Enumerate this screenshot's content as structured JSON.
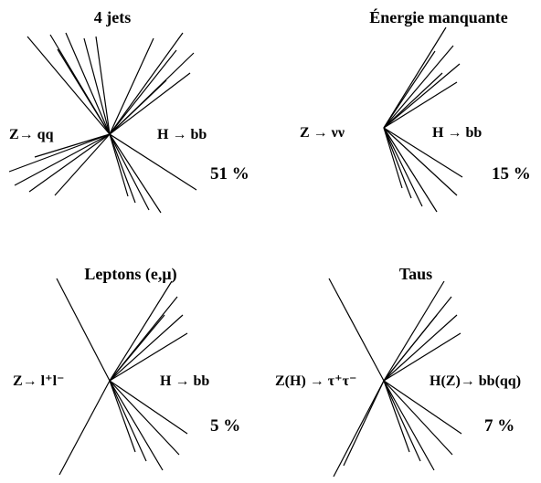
{
  "panels": [
    {
      "title": "4 jets",
      "left_label": "Z→ qq",
      "right_label": "H → bb",
      "percent": "51 %"
    },
    {
      "title": "Énergie manquante",
      "left_label": "Z → νν",
      "right_label": "H → bb",
      "percent": "15 %"
    },
    {
      "title": "Leptons (e,μ)",
      "left_label": "Z→ l⁺l⁻",
      "right_label": "H → bb",
      "percent": "5 %"
    },
    {
      "title": "Taus",
      "left_label": "Z(H) → τ⁺τ⁻",
      "right_label": "H(Z)→ bb(qq)",
      "percent": "7 %"
    }
  ]
}
